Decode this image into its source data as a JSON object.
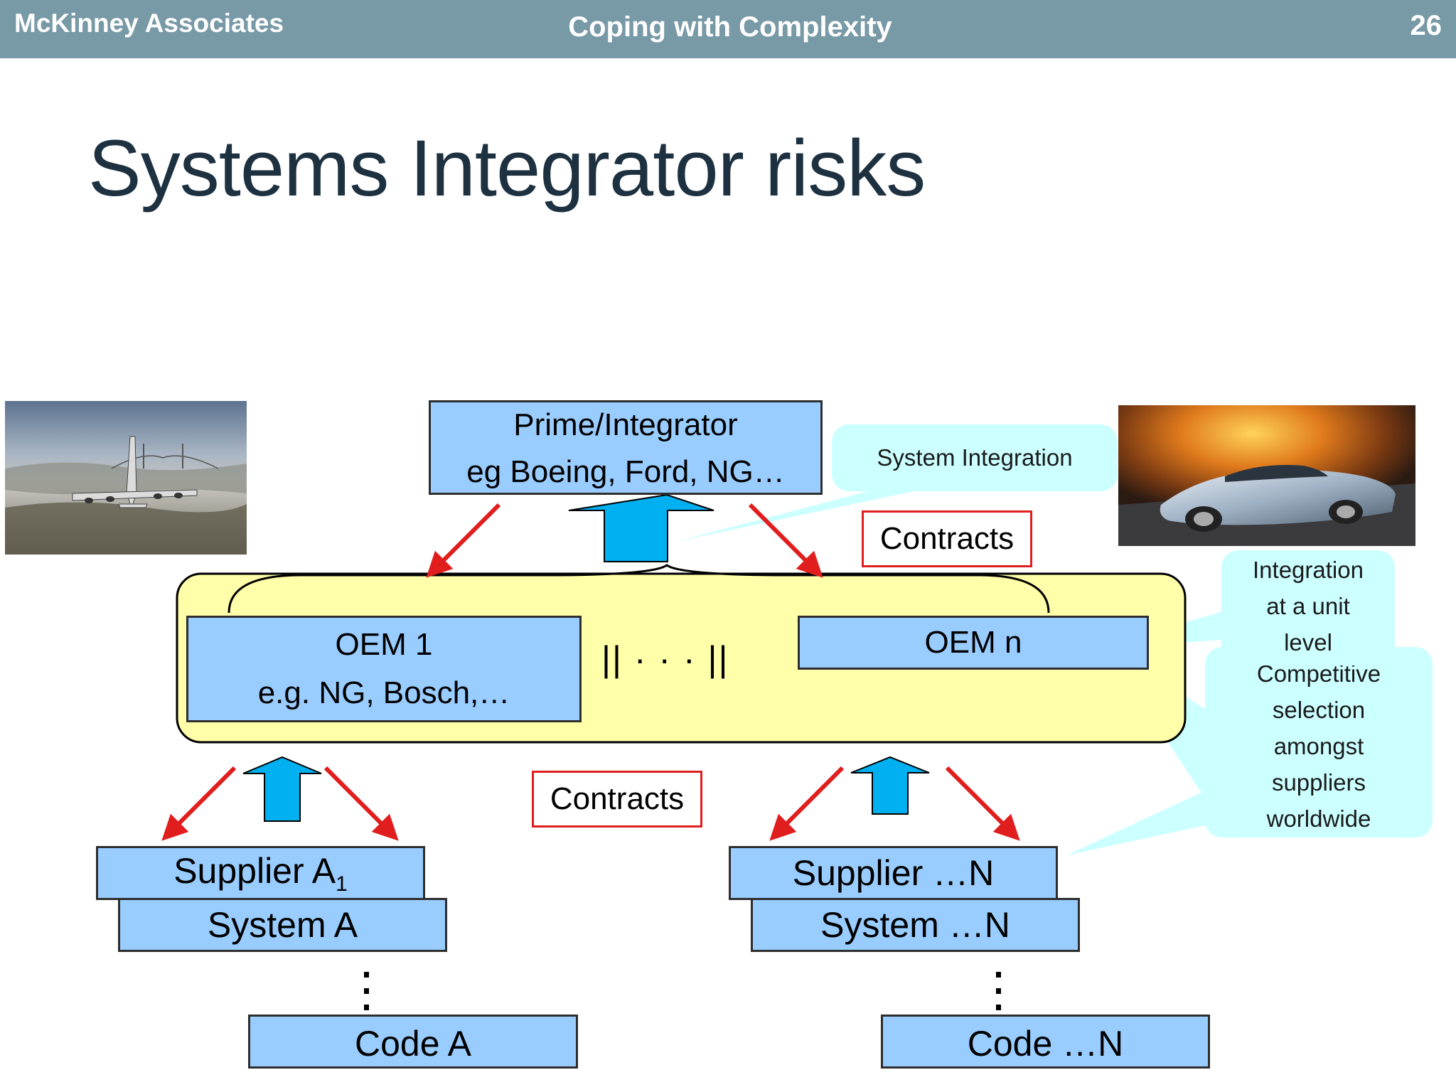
{
  "header": {
    "left": "McKinney Associates",
    "center": "Coping with Complexity",
    "page_number": "26"
  },
  "title": "Systems Integrator risks",
  "diagram": {
    "prime": {
      "line1": "Prime/Integrator",
      "line2": "eg Boeing, Ford, NG…"
    },
    "oem1": {
      "line1": "OEM 1",
      "line2": "e.g. NG, Bosch,…"
    },
    "oemn": {
      "label": "OEM n"
    },
    "oem_separator": "||  · · ·  ||",
    "supplierA": {
      "text": "Supplier A",
      "subscript": "1"
    },
    "systemA": "System A",
    "codeA": "Code A",
    "supplierN": "Supplier …N",
    "systemN": "System …N",
    "codeN": "Code …N",
    "contracts_top": "Contracts",
    "contracts_bottom": "Contracts",
    "callouts": {
      "system_integration": "System Integration",
      "unit_integration": [
        "Integration",
        "at a unit",
        "level"
      ],
      "competitive": [
        "Competitive",
        "selection",
        "amongst",
        "suppliers",
        "worldwide"
      ]
    },
    "colors": {
      "box_fill": "#99ccff",
      "oem_band_fill": "#ffffaa",
      "callout_fill": "#ccffff",
      "up_arrow": "#00b0f0",
      "red_arrow": "#e01e1e",
      "header_bg": "#7899a6"
    }
  },
  "images": {
    "left": "aircraft-photo",
    "right": "sports-car-photo"
  }
}
